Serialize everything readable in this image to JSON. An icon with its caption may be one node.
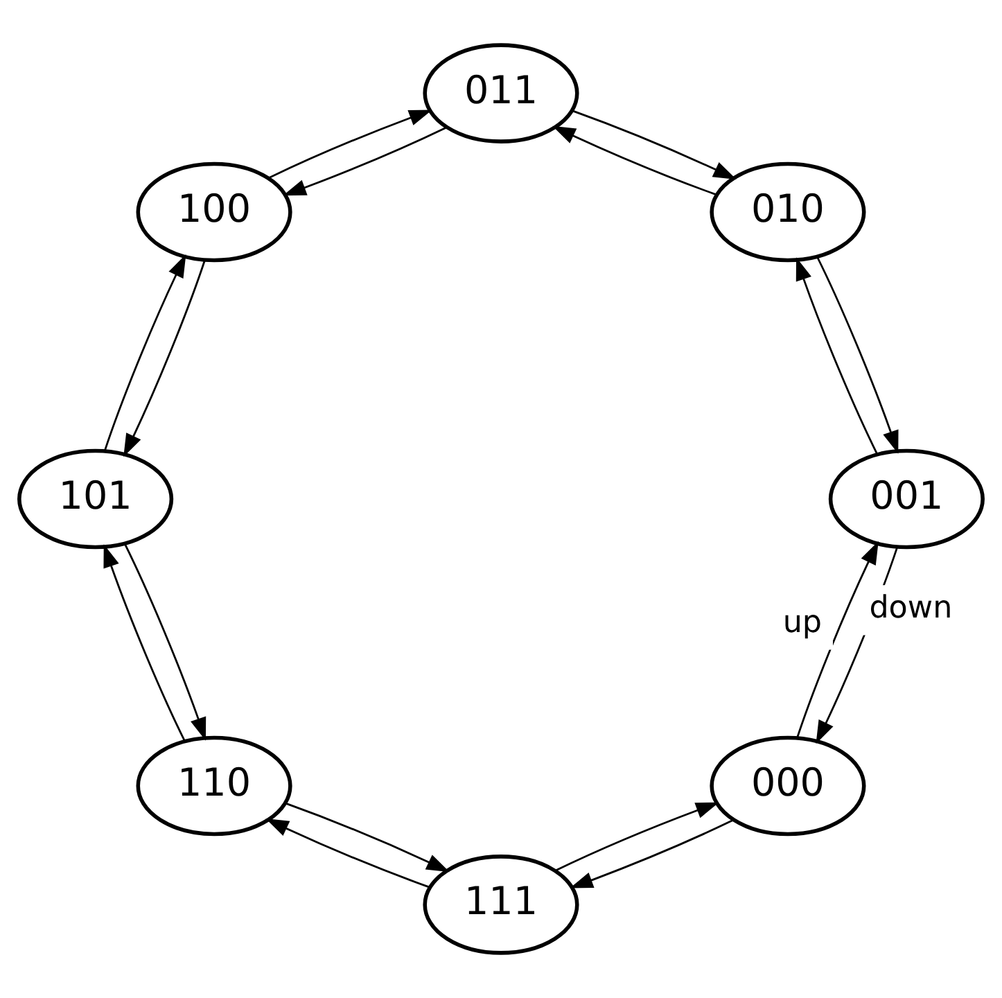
{
  "diagram": {
    "nodes": [
      {
        "text": [
          "000"
        ]
      },
      {
        "text": [
          "111"
        ]
      },
      {
        "text": [
          "001"
        ]
      },
      {
        "text": [
          "110"
        ]
      },
      {
        "text": [
          "010"
        ]
      },
      {
        "text": [
          "101"
        ]
      },
      {
        "text": [
          "011"
        ]
      },
      {
        "text": [
          "100"
        ]
      }
    ],
    "edges": [
      {
        "from": 0,
        "to": 2,
        "arrow": "to",
        "label": "up"
      },
      {
        "from": 2,
        "to": 0,
        "arrow": "to",
        "label": "down"
      },
      {
        "from": 2,
        "to": 4,
        "arrow": "to"
      },
      {
        "from": 4,
        "to": 2,
        "arrow": "to"
      },
      {
        "from": 4,
        "to": 6,
        "arrow": "to"
      },
      {
        "from": 6,
        "to": 4,
        "arrow": "to"
      },
      {
        "from": 6,
        "to": 7,
        "arrow": "to"
      },
      {
        "from": 7,
        "to": 6,
        "arrow": "to"
      },
      {
        "from": 7,
        "to": 5,
        "arrow": "to"
      },
      {
        "from": 5,
        "to": 7,
        "arrow": "to"
      },
      {
        "from": 5,
        "to": 3,
        "arrow": "to"
      },
      {
        "from": 3,
        "to": 5,
        "arrow": "to"
      },
      {
        "from": 3,
        "to": 1,
        "arrow": "to"
      },
      {
        "from": 1,
        "to": 3,
        "arrow": "to"
      },
      {
        "from": 1,
        "to": 0,
        "arrow": "to"
      },
      {
        "from": 0,
        "to": 1,
        "arrow": "to"
      }
    ]
  }
}
